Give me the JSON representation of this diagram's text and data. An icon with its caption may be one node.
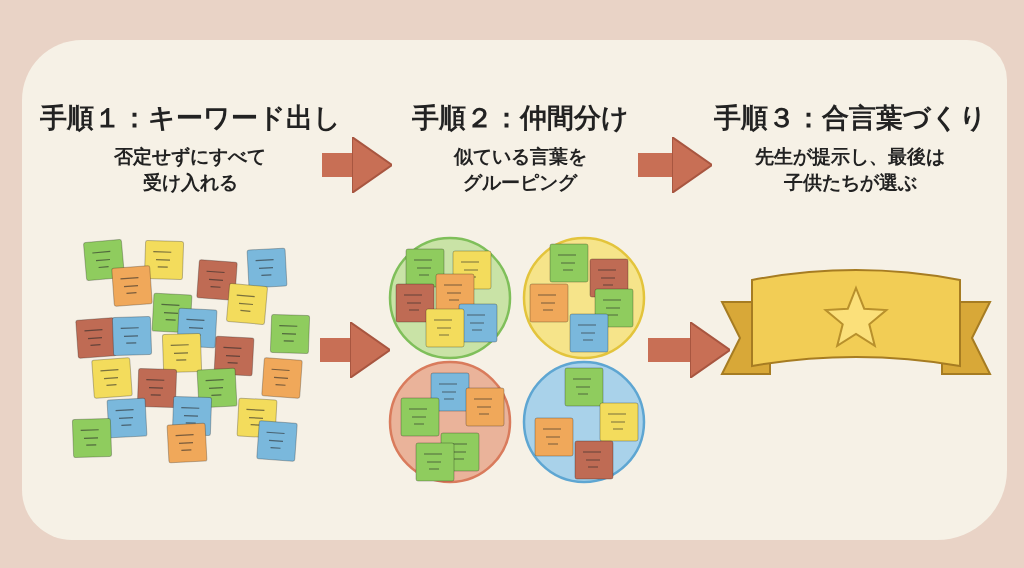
{
  "diagram": {
    "nodes": [
      {
        "text": [
          "手順１：キーワード出し",
          "否定せずにすべて受け入れる"
        ]
      },
      {
        "text": [
          "手順２：仲間分け",
          "似ている言葉をグルーピング"
        ]
      },
      {
        "text": [
          "手順３：合言葉づくり",
          "先生が提示し、最後は子供たちが選ぶ"
        ]
      },
      {
        "text": [],
        "shape": "picture"
      },
      {
        "text": [],
        "shape": "picture"
      },
      {
        "text": [],
        "shape": "picture"
      }
    ],
    "edges": [
      {
        "from": 0,
        "to": 1,
        "arrow": "to"
      },
      {
        "from": 1,
        "to": 2,
        "arrow": "to"
      },
      {
        "from": 3,
        "to": 4,
        "arrow": "to"
      },
      {
        "from": 4,
        "to": 5,
        "arrow": "to"
      }
    ]
  }
}
